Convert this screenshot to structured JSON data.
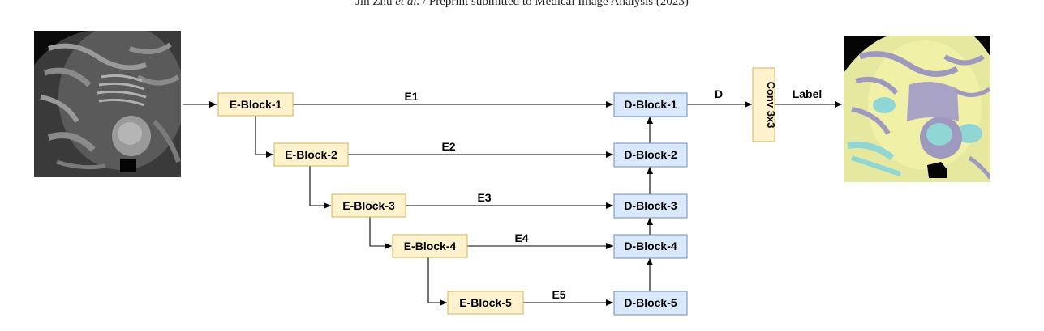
{
  "header": {
    "author": "Jin Zhu",
    "etal": "et al.",
    "rest": "/ Preprint submitted to Medical Image Analysis (2023)"
  },
  "colors": {
    "encoder_fill": "#fff2cc",
    "encoder_stroke": "#d6b656",
    "decoder_fill": "#dae8fc",
    "decoder_stroke": "#6c8ebf",
    "arrow": "#000000"
  },
  "images": {
    "input": "mri-input-slice",
    "output": "segmentation-label-overlay"
  },
  "encoder_blocks": [
    "E-Block-1",
    "E-Block-2",
    "E-Block-3",
    "E-Block-4",
    "E-Block-5"
  ],
  "decoder_blocks": [
    "D-Block-1",
    "D-Block-2",
    "D-Block-3",
    "D-Block-4",
    "D-Block-5"
  ],
  "skip_labels": [
    "E1",
    "E2",
    "E3",
    "E4",
    "E5"
  ],
  "conv": {
    "label": "Conv 3x3"
  },
  "d_label": "D",
  "output_label": "Label"
}
